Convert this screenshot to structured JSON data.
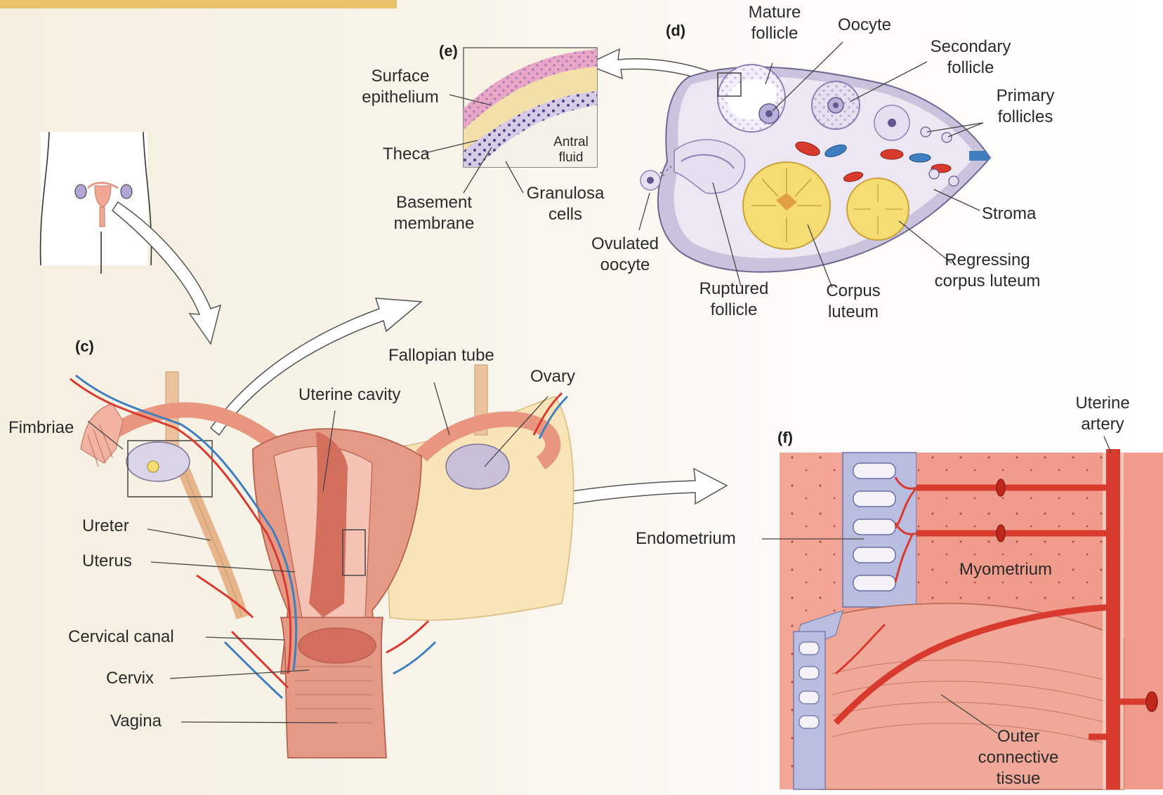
{
  "panels": {
    "c": "(c)",
    "d": "(d)",
    "e": "(e)",
    "f": "(f)"
  },
  "labels": {
    "mature_follicle": [
      "Mature",
      "follicle"
    ],
    "oocyte": "Oocyte",
    "secondary_follicle": [
      "Secondary",
      "follicle"
    ],
    "primary_follicles": [
      "Primary",
      "follicles"
    ],
    "stroma": "Stroma",
    "regressing_corpus_luteum": [
      "Regressing",
      "corpus luteum"
    ],
    "corpus_luteum": [
      "Corpus",
      "luteum"
    ],
    "ruptured_follicle": [
      "Ruptured",
      "follicle"
    ],
    "ovulated_oocyte": [
      "Ovulated",
      "oocyte"
    ],
    "surface_epithelium": [
      "Surface",
      "epithelium"
    ],
    "theca": "Theca",
    "antral_fluid": [
      "Antral",
      "fluid"
    ],
    "basement_membrane": [
      "Basement",
      "membrane"
    ],
    "granulosa_cells": [
      "Granulosa",
      "cells"
    ],
    "fallopian_tube": "Fallopian tube",
    "ovary": "Ovary",
    "uterine_cavity": "Uterine cavity",
    "fimbriae": "Fimbriae",
    "ureter": "Ureter",
    "uterus": "Uterus",
    "cervical_canal": "Cervical canal",
    "cervix": "Cervix",
    "vagina": "Vagina",
    "uterine_artery": [
      "Uterine",
      "artery"
    ],
    "endometrium": "Endometrium",
    "myometrium": "Myometrium",
    "outer_connective_tissue": [
      "Outer",
      "connective",
      "tissue"
    ]
  },
  "colors": {
    "top_band": "#e8c168",
    "artery": "#d83a2e",
    "vein": "#3f7fbf",
    "uterus_tissue": "#e59a86",
    "ovary_tissue": "#d9d4e8",
    "corpus_luteum": "#f5dc73",
    "endometrium_tissue": "#b9bde0",
    "myometrium_tissue": "#ef9c8c"
  }
}
